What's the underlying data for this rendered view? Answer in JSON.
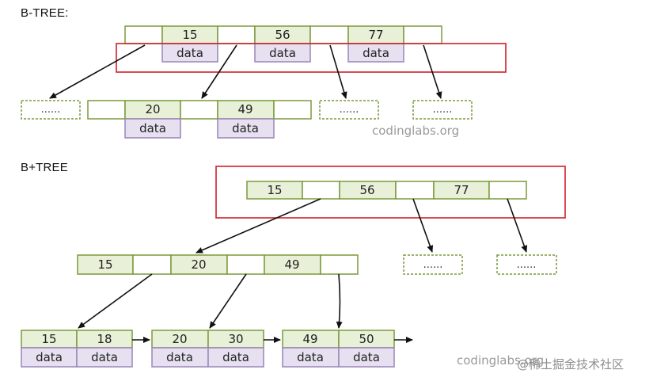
{
  "btree": {
    "title": "B-TREE:",
    "root": {
      "keys": [
        "15",
        "56",
        "77"
      ],
      "data": [
        "data",
        "data",
        "data"
      ]
    },
    "child": {
      "keys": [
        "20",
        "49"
      ],
      "data": [
        "data",
        "data"
      ]
    },
    "placeholder": "......"
  },
  "bplustree": {
    "title": "B+TREE",
    "root": {
      "keys": [
        "15",
        "56",
        "77"
      ]
    },
    "internal": {
      "keys": [
        "15",
        "20",
        "49"
      ]
    },
    "leaves": [
      {
        "keys": [
          "15",
          "18"
        ],
        "data": [
          "data",
          "data"
        ]
      },
      {
        "keys": [
          "20",
          "30"
        ],
        "data": [
          "data",
          "data"
        ]
      },
      {
        "keys": [
          "49",
          "50"
        ],
        "data": [
          "data",
          "data"
        ]
      }
    ],
    "placeholder": "......"
  },
  "watermarks": {
    "top": "codinglabs.org",
    "bottom": "codinglabs.org",
    "cn": "@稀土掘金技术社区"
  },
  "colors": {
    "border": "#7a9a3c",
    "key_fill": "#e8f0d8",
    "data_fill": "#e6e0f0",
    "data_border": "#9a86b8",
    "highlight": "#d0202a",
    "arrow": "#111111"
  }
}
